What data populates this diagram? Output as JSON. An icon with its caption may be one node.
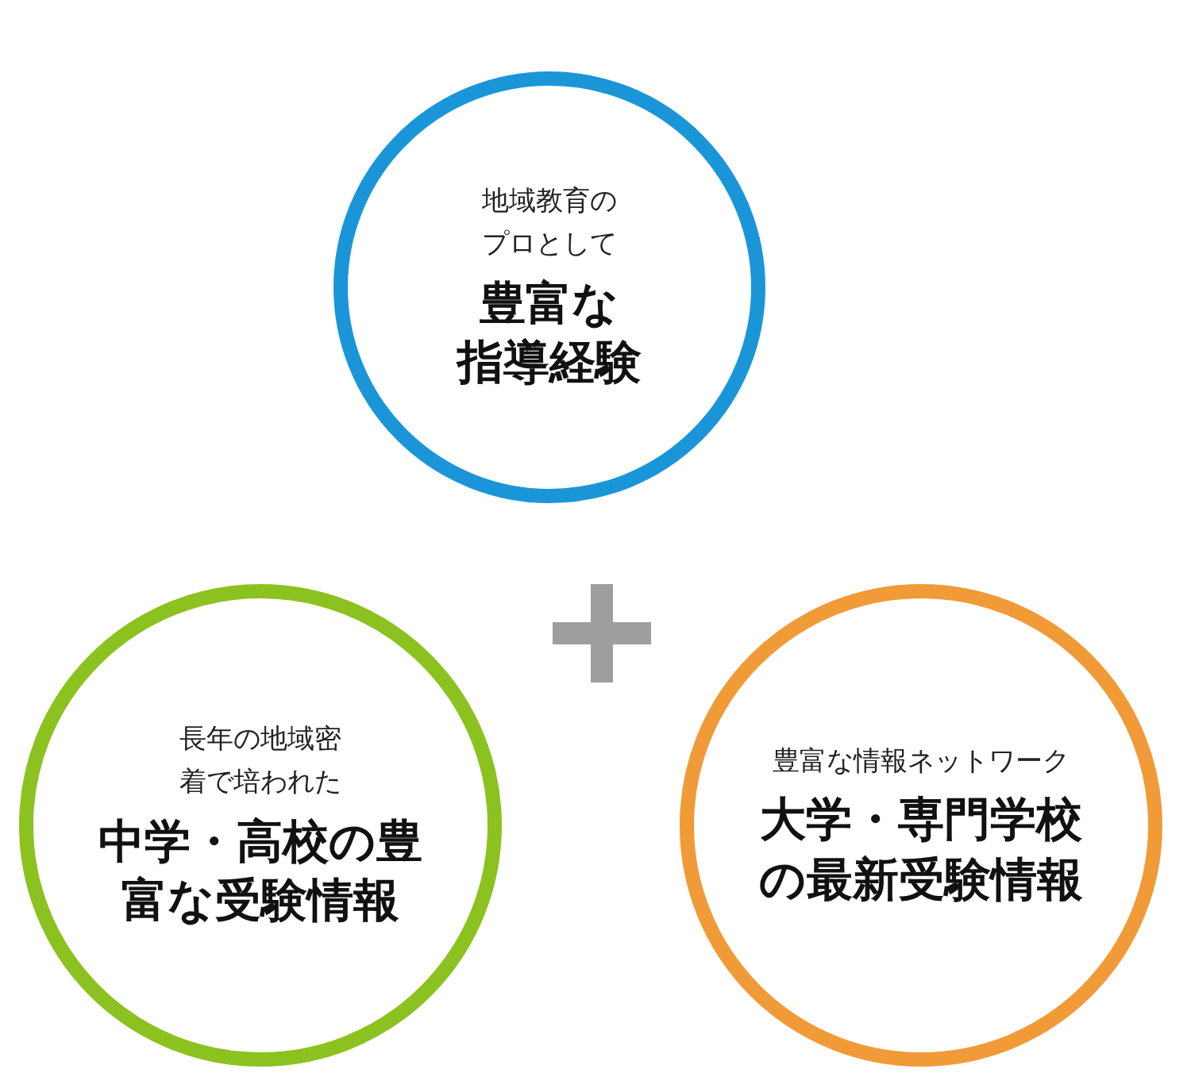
{
  "diagram": {
    "nodes": [
      {
        "text": [
          "地域教育のプロとして",
          "豊富な指導経験"
        ]
      },
      {
        "text": [
          "長年の地域密着で培われた",
          "中学・高校の豊富な受験情報"
        ]
      },
      {
        "text": [
          "豊富な情報ネットワーク",
          "大学・専門学校の最新受験情報"
        ]
      }
    ]
  }
}
